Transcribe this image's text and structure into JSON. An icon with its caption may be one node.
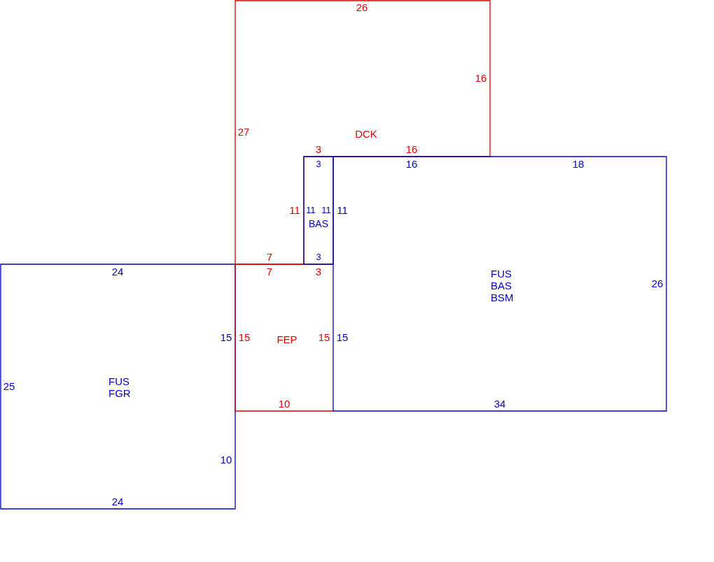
{
  "diagram": {
    "nodes": [
      {
        "text": [
          "DCK",
          "26",
          "16",
          "27",
          "3",
          "16",
          "11",
          "7"
        ]
      },
      {
        "text": [
          "BAS",
          "3",
          "11",
          "11",
          "3"
        ]
      },
      {
        "text": [
          "FUS BAS BSM",
          "16",
          "18",
          "11",
          "26",
          "15",
          "34"
        ]
      },
      {
        "text": [
          "FEP",
          "7",
          "3",
          "15",
          "15",
          "10"
        ]
      },
      {
        "text": [
          "FUS FGR",
          "24",
          "15",
          "25",
          "10",
          "24"
        ]
      }
    ]
  }
}
